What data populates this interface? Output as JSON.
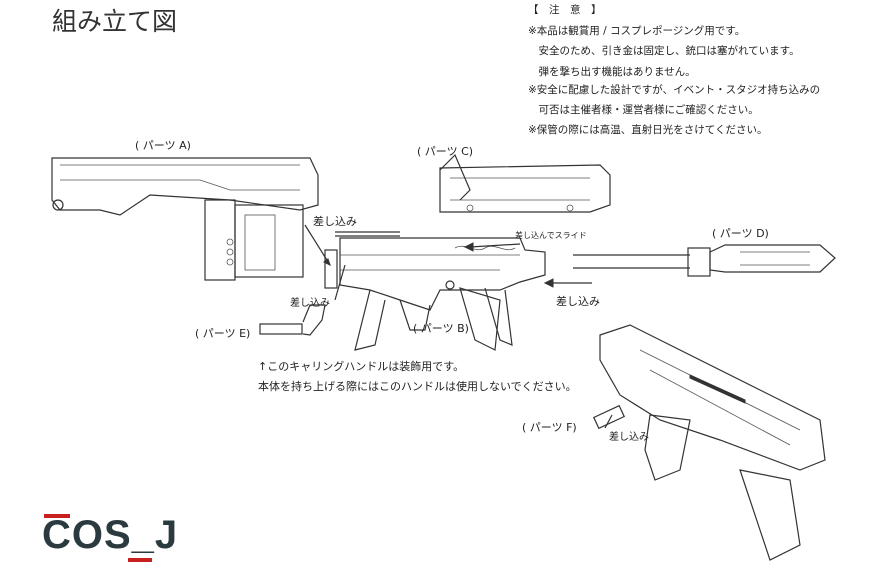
{
  "title": "組み立て図",
  "notes": {
    "heading": "【　注　意　】",
    "lines": [
      "※本品は観賞用 / コスプレポージング用です。",
      "　安全のため、引き金は固定し、銃口は塞がれています。",
      "　弾を撃ち出す機能はありません。",
      "※安全に配慮した設計ですが、イベント・スタジオ持ち込みの",
      "　可否は主催者様・運営者様にご確認ください。",
      "※保管の際には高温、直射日光をさけてください。"
    ]
  },
  "parts": {
    "a": "( パーツ A)",
    "b": "( パーツ B)",
    "c": "( パーツ C)",
    "d": "( パーツ D)",
    "e": "( パーツ E)",
    "f": "( パーツ F)"
  },
  "callouts": {
    "insert_stock": "差し込み",
    "insert_handle": "差し込み",
    "insert_barrel": "差し込み",
    "insert_f": "差し込み",
    "slide": "差し込んでスライド"
  },
  "handle_note": [
    "↑このキャリングハンドルは装飾用です。",
    "本体を持ち上げる際にはこのハンドルは使用しないでください。"
  ],
  "logo": "COS_J",
  "colors": {
    "logo_text": "#2b3a3f",
    "logo_accent": "#c8201e"
  }
}
